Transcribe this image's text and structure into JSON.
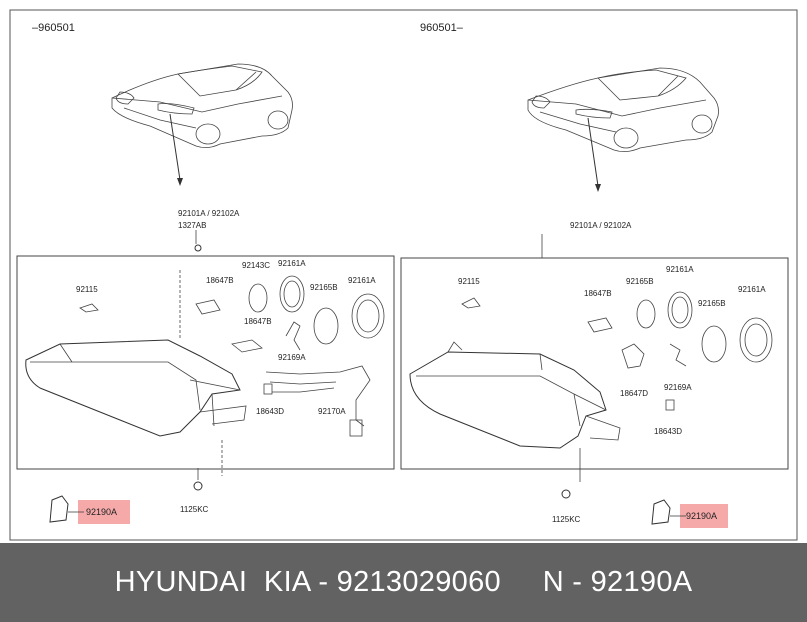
{
  "diagram": {
    "left_panel": {
      "period": "–960501",
      "assembly_label": "92101A / 92102A",
      "parts": {
        "p1327ab": "1327AB",
        "p92115": "92115",
        "p18647b_a": "18647B",
        "p92143c": "92143C",
        "p92161a": "92161A",
        "p92165b": "92165B",
        "p92161a_b": "92161A",
        "p18647b_b": "18647B",
        "p92169a": "92169A",
        "p18643d": "18643D",
        "p92170a": "92170A",
        "p1125kc": "1125KC"
      },
      "highlight_part": "92190A"
    },
    "right_panel": {
      "period": "960501–",
      "assembly_label": "92101A / 92102A",
      "parts": {
        "p92115": "92115",
        "p18647b": "18647B",
        "p92165b_a": "92165B",
        "p92161a_a": "92161A",
        "p92165b_b": "92165B",
        "p92161a_b": "92161A",
        "p18647d": "18647D",
        "p92169a": "92169A",
        "p18643d": "18643D",
        "p1125kc": "1125KC"
      },
      "highlight_part": "92190A"
    }
  },
  "footer": {
    "text": "HYUNDAI  KIA - 9213029060     N - 92190A"
  },
  "colors": {
    "footer_bg": "#626262",
    "highlight": "#f39a9a",
    "line": "#333333"
  }
}
